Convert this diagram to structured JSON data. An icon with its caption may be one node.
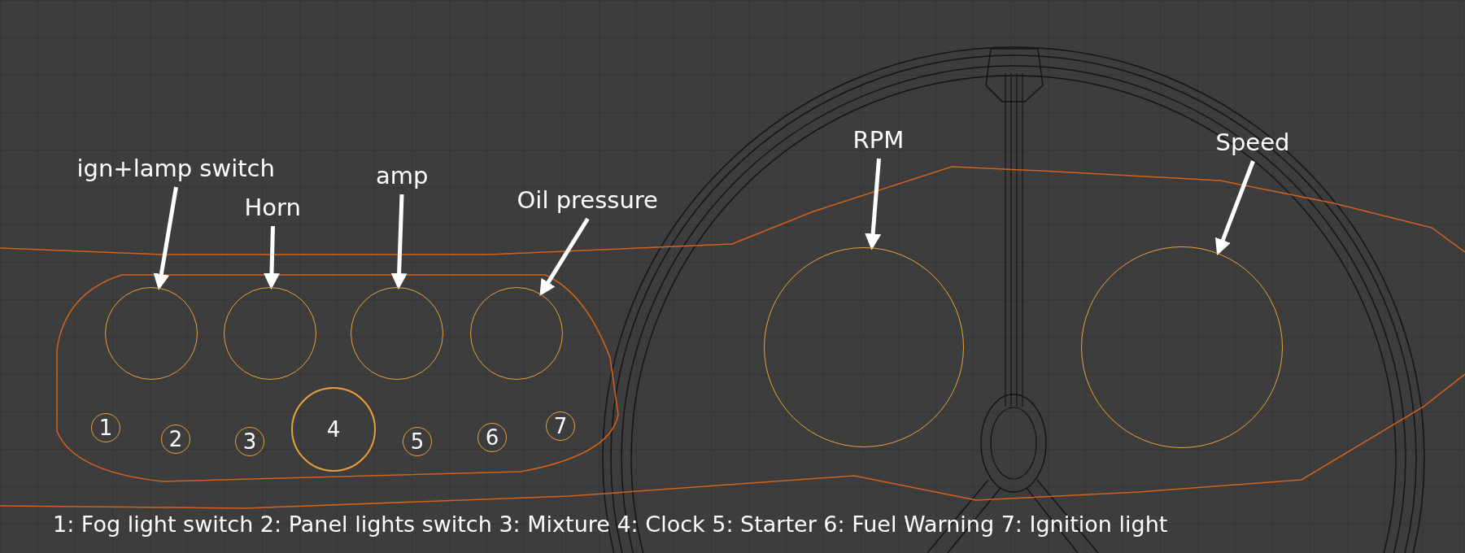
{
  "diagram": {
    "nodes": [
      {
        "text": [
          "ign+lamp switch"
        ]
      },
      {
        "text": [
          "Horn"
        ]
      },
      {
        "text": [
          "amp"
        ]
      },
      {
        "text": [
          "Oil pressure"
        ]
      },
      {
        "text": [
          "RPM"
        ]
      },
      {
        "text": [
          "Speed"
        ]
      },
      {
        "text": [],
        "shape": "circle"
      },
      {
        "text": [],
        "shape": "circle"
      },
      {
        "text": [],
        "shape": "circle"
      },
      {
        "text": [],
        "shape": "circle"
      },
      {
        "text": [],
        "shape": "circle"
      },
      {
        "text": [],
        "shape": "circle"
      },
      {
        "text": [
          "1"
        ]
      },
      {
        "text": [
          "2"
        ]
      },
      {
        "text": [
          "3"
        ]
      },
      {
        "text": [
          "4"
        ]
      },
      {
        "text": [
          "5"
        ]
      },
      {
        "text": [
          "6"
        ]
      },
      {
        "text": [
          "7"
        ]
      }
    ],
    "edges": [
      {
        "from": 0,
        "to": 6,
        "arrow": "to"
      },
      {
        "from": 1,
        "to": 7,
        "arrow": "to"
      },
      {
        "from": 2,
        "to": 8,
        "arrow": "to"
      },
      {
        "from": 3,
        "to": 9,
        "arrow": "to"
      },
      {
        "from": 4,
        "to": 10,
        "arrow": "to"
      },
      {
        "from": 5,
        "to": 11,
        "arrow": "to"
      }
    ],
    "labels": [
      "1: Fog light switch 2: Panel lights switch 3: Mixture 4: Clock 5: Starter 6: Fuel Warning 7: Ignition light"
    ]
  }
}
